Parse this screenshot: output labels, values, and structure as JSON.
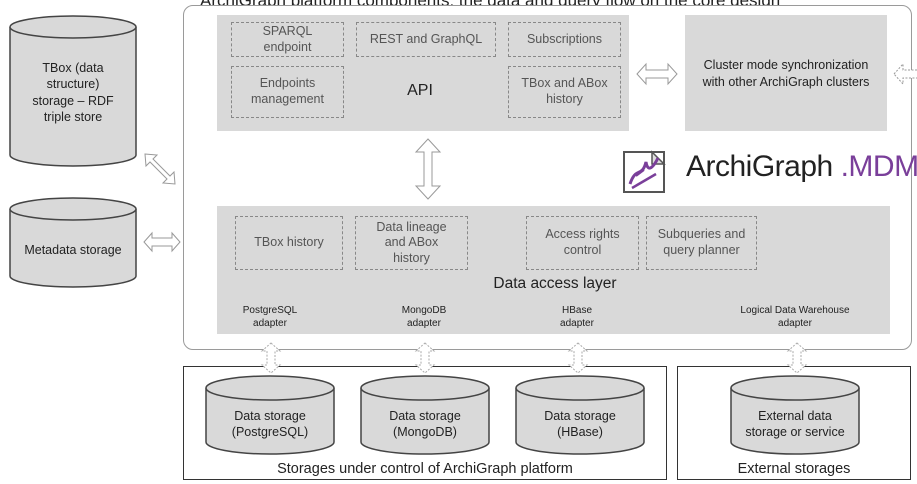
{
  "title_fragment": "ArchiGraph platform components: the data and query flow on the core design",
  "brand": {
    "name": "ArchiGraph",
    "suffix": ".MDM",
    "accent": "#7a3f9a",
    "icon": "archigraph-logo-icon"
  },
  "left": {
    "tbox_storage": "TBox (data\nstructure)\nstorage – RDF\ntriple store",
    "metadata_storage": "Metadata storage"
  },
  "api": {
    "title": "API",
    "boxes": {
      "sparql": "SPARQL\nendpoint",
      "rest": "REST and GraphQL",
      "subscriptions": "Subscriptions",
      "endpoints": "Endpoints\nmanagement",
      "history": "TBox and ABox\nhistory"
    }
  },
  "cluster": {
    "text": "Cluster mode synchronization\nwith other ArchiGraph clusters"
  },
  "dal": {
    "title": "Data access layer",
    "boxes": {
      "tbox_history": "TBox history",
      "lineage": "Data lineage\nand ABox\nhistory",
      "access": "Access rights\ncontrol",
      "subqueries": "Subqueries and\nquery planner"
    },
    "adapters": {
      "postgres": "PostgreSQL\nadapter",
      "mongo": "MongoDB\nadapter",
      "hbase": "HBase\nadapter",
      "ldw": "Logical Data Warehouse\nadapter"
    }
  },
  "storages": {
    "postgres": "Data storage\n(PostgreSQL)",
    "mongo": "Data storage\n(MongoDB)",
    "hbase": "Data storage\n(HBase)",
    "external": "External data\nstorage or service"
  },
  "groups": {
    "controlled": "Storages under control of ArchiGraph platform",
    "external": "External storages"
  }
}
